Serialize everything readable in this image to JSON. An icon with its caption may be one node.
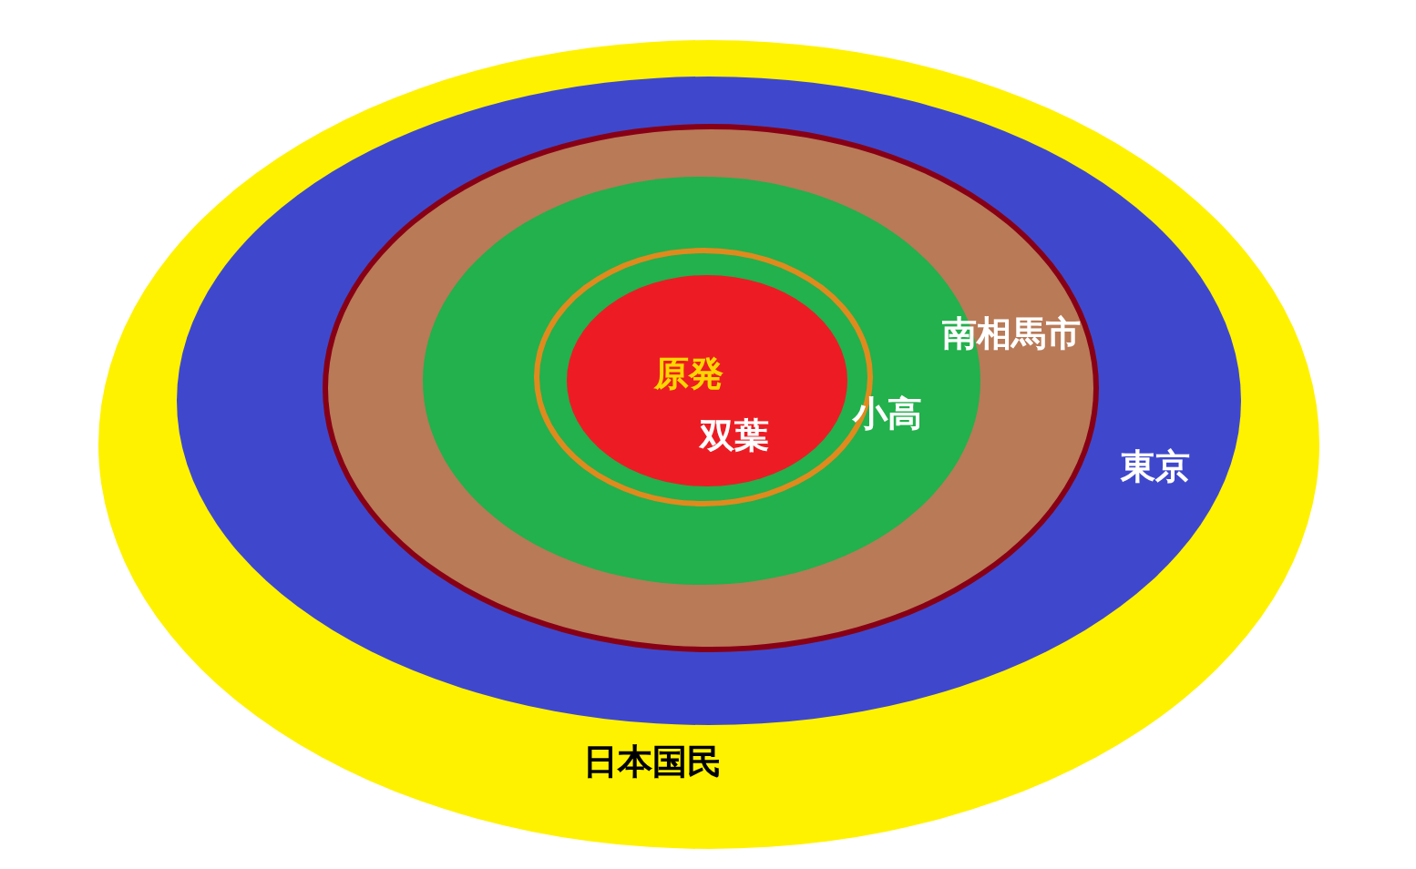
{
  "diagram": {
    "nodes": [
      {
        "text": [
          "日本国民"
        ]
      },
      {
        "text": [
          "東京"
        ],
        "in": 0
      },
      {
        "text": [
          "南相馬市"
        ],
        "in": 1
      },
      {
        "text": [
          "小高"
        ],
        "in": 2
      },
      {
        "text": [],
        "shape": "circle",
        "in": 3
      },
      {
        "text": [
          "原発",
          "双葉"
        ],
        "in": 4
      }
    ]
  }
}
